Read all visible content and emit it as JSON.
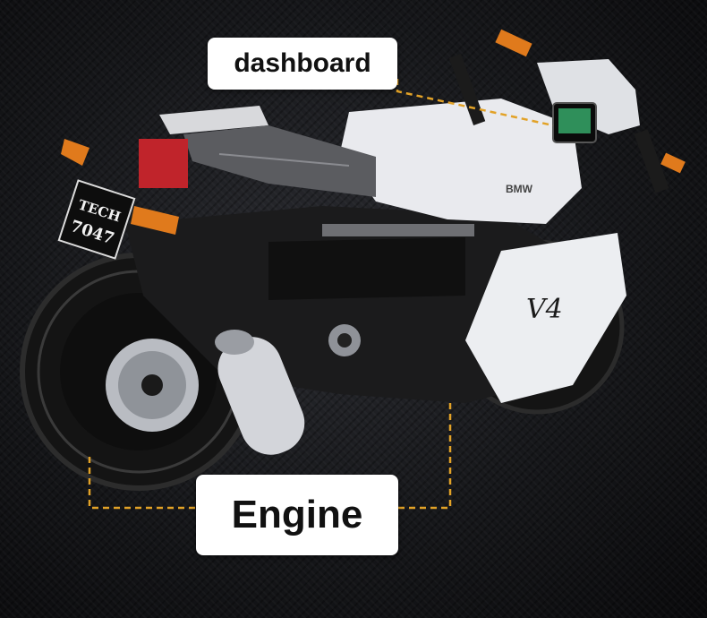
{
  "labels": {
    "dashboard": "dashboard",
    "engine": "Engine"
  },
  "plate": {
    "line1": "TECH",
    "line2": "7047"
  },
  "fairing": {
    "model_mark": "V4",
    "brand_mark": "BMW"
  },
  "colors": {
    "leader_line": "#e2a227",
    "callout_bg": "#ffffff",
    "callout_text": "#111111",
    "bike_white": "#e9eaee",
    "bike_black": "#151515",
    "indicator_orange": "#e07a1c",
    "reflector_red": "#c0242b"
  }
}
